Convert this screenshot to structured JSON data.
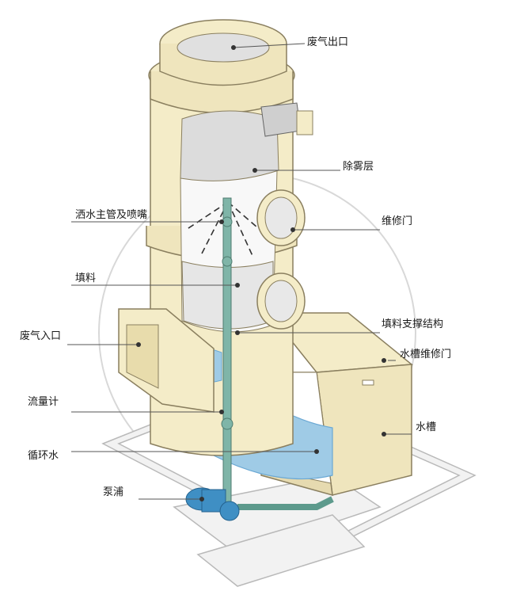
{
  "labels": {
    "exhaust_outlet": "废气出口",
    "demister": "除雾层",
    "spray_pipe": "洒水主管及喷嘴",
    "maintenance_door": "维修门",
    "packing": "填料",
    "packing_support": "填料支撑结构",
    "exhaust_inlet": "废气入口",
    "tank_door": "水槽维修门",
    "flow_meter": "流量计",
    "tank": "水槽",
    "circulating_water": "循环水",
    "pump": "泵浦"
  },
  "colors": {
    "tower": "#f4ecc8",
    "tower_shade": "#e3d6a3",
    "outline": "#8a7f5f",
    "water": "#9fcbe6",
    "water_dark": "#6aa8d4",
    "pipe": "#7fb5a8",
    "pump": "#3f8fc4",
    "leader": "#555555",
    "frame": "#e2e2e2"
  }
}
